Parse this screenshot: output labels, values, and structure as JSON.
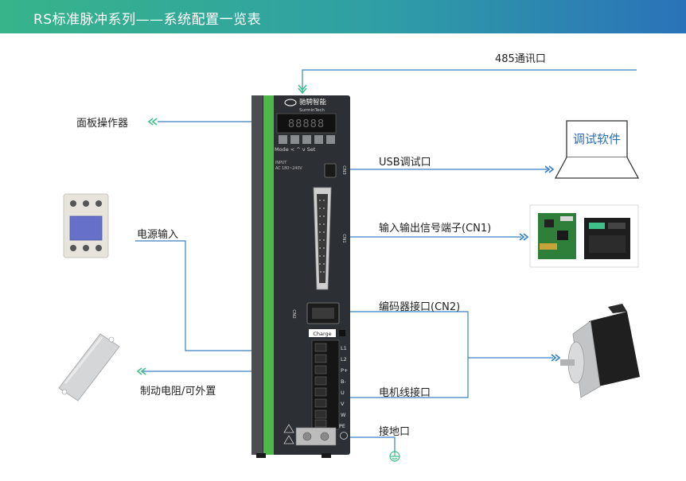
{
  "header": {
    "title": "RS标准脉冲系列——系统配置一览表"
  },
  "labels": {
    "comm_port": "485通讯口",
    "panel": "面板操作器",
    "usb_port": "USB调试口",
    "power_input": "电源输入",
    "io_port": "输入输出信号端子(CN1)",
    "encoder_port": "编码器接口(CN2)",
    "brake_resistor": "制动电阻/可外置",
    "motor_port": "电机线接口",
    "ground": "接地口"
  },
  "software_box": {
    "label": "调试软件"
  },
  "drive": {
    "brand_cn": "驰騁智能",
    "brand_en": "SurminTech",
    "display": "88888",
    "keys": "Mode <  ^  v  Set",
    "input_line1": "INPUT",
    "input_line2": "AC 180~240V",
    "cn3": "CN3",
    "cn1": "CN1",
    "cn2": "CN2",
    "charge": "Charge",
    "terminals": [
      "L1",
      "L2",
      "P+",
      "B-",
      "U",
      "V",
      "W",
      "PE"
    ]
  },
  "colors": {
    "line": "#3a7fc1",
    "arrow": "#2e7dc4",
    "green_arrow": "#3fbf8a",
    "drive_body": "#2c2f33",
    "drive_stripe": "#4cb848"
  }
}
